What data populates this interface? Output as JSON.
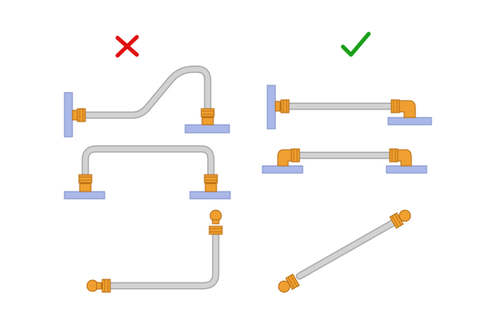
{
  "diagram": {
    "wrong_column": {
      "marker": "cross-mark",
      "marker_color": "#e01010",
      "examples": [
        "bent-tube-wall-to-floor",
        "u-bend-floor-to-floor",
        "l-bend-ball-ends"
      ]
    },
    "right_column": {
      "marker": "check-mark",
      "marker_color": "#1aa01a",
      "examples": [
        "straight-wall-to-floor-elbow",
        "straight-floor-to-floor-elbows",
        "straight-diagonal-ball-ends"
      ]
    }
  },
  "colors": {
    "tube_fill": "#d2d2d2",
    "tube_edge": "#a8a8a8",
    "fitting": "#f0a030",
    "fitting_edge": "#b46a10",
    "mount_fill": "#a9b8e8",
    "mount_edge": "#7f8fc8"
  }
}
